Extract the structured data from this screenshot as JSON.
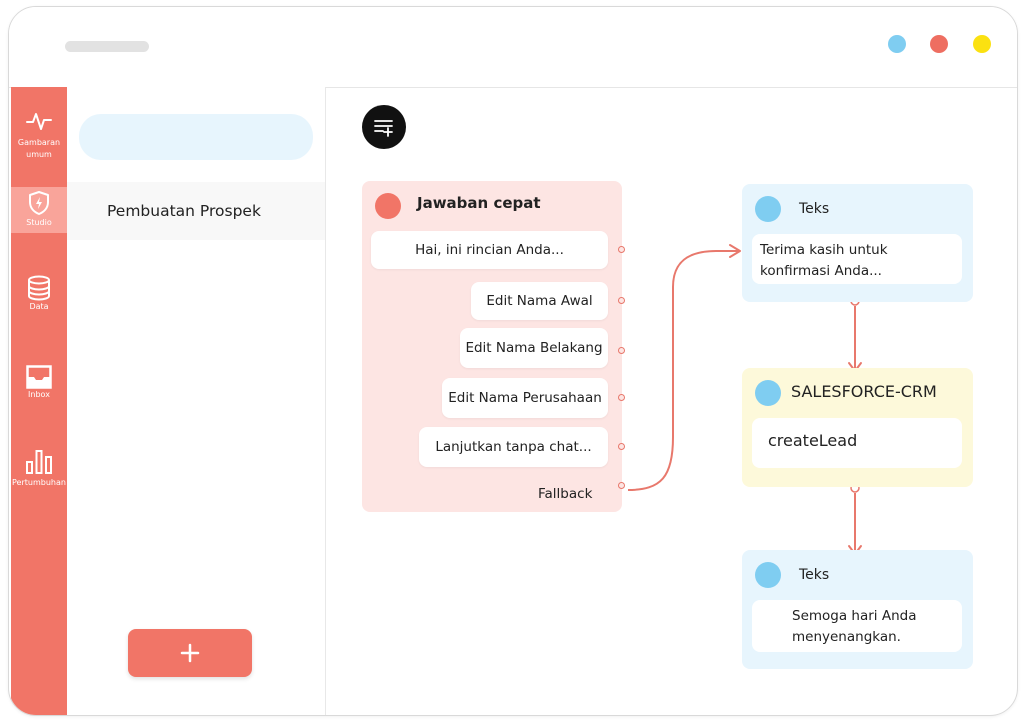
{
  "window": {
    "controls": [
      {
        "name": "blue-dot",
        "color": "#7fcdf1"
      },
      {
        "name": "red-dot",
        "color": "#ee6e61"
      },
      {
        "name": "yellow-dot",
        "color": "#fbe111"
      }
    ]
  },
  "sidebar": {
    "items": [
      {
        "label": "Gambaran umum",
        "icon": "activity-icon",
        "active": false
      },
      {
        "label": "Studio",
        "icon": "shield-bolt-icon",
        "active": true
      },
      {
        "label": "Data",
        "icon": "database-icon",
        "active": false
      },
      {
        "label": "Inbox",
        "icon": "inbox-icon",
        "active": false
      },
      {
        "label": "Pertumbuhan",
        "icon": "bar-chart-icon",
        "active": false
      }
    ],
    "accent": "#f17567"
  },
  "panel": {
    "search_placeholder": "",
    "items": [
      {
        "label": "Pembuatan Prospek"
      }
    ],
    "add_icon": "plus-icon"
  },
  "canvas": {
    "menu_icon": "list-add-icon",
    "quick_reply": {
      "title": "Jawaban cepat",
      "options": [
        "Hai, ini rincian Anda...",
        "Edit Nama Awal",
        "Edit Nama Belakang",
        "Edit Nama Perusahaan",
        "Lanjutkan tanpa chat..."
      ],
      "fallback": "Fallback"
    },
    "text_card_1": {
      "title": "Teks",
      "body": "Terima kasih untuk konfirmasi Anda..."
    },
    "crm_card": {
      "title": "SALESFORCE-CRM",
      "body": "createLead"
    },
    "text_card_2": {
      "title": "Teks",
      "body": "Semoga hari Anda menyenangkan."
    }
  }
}
